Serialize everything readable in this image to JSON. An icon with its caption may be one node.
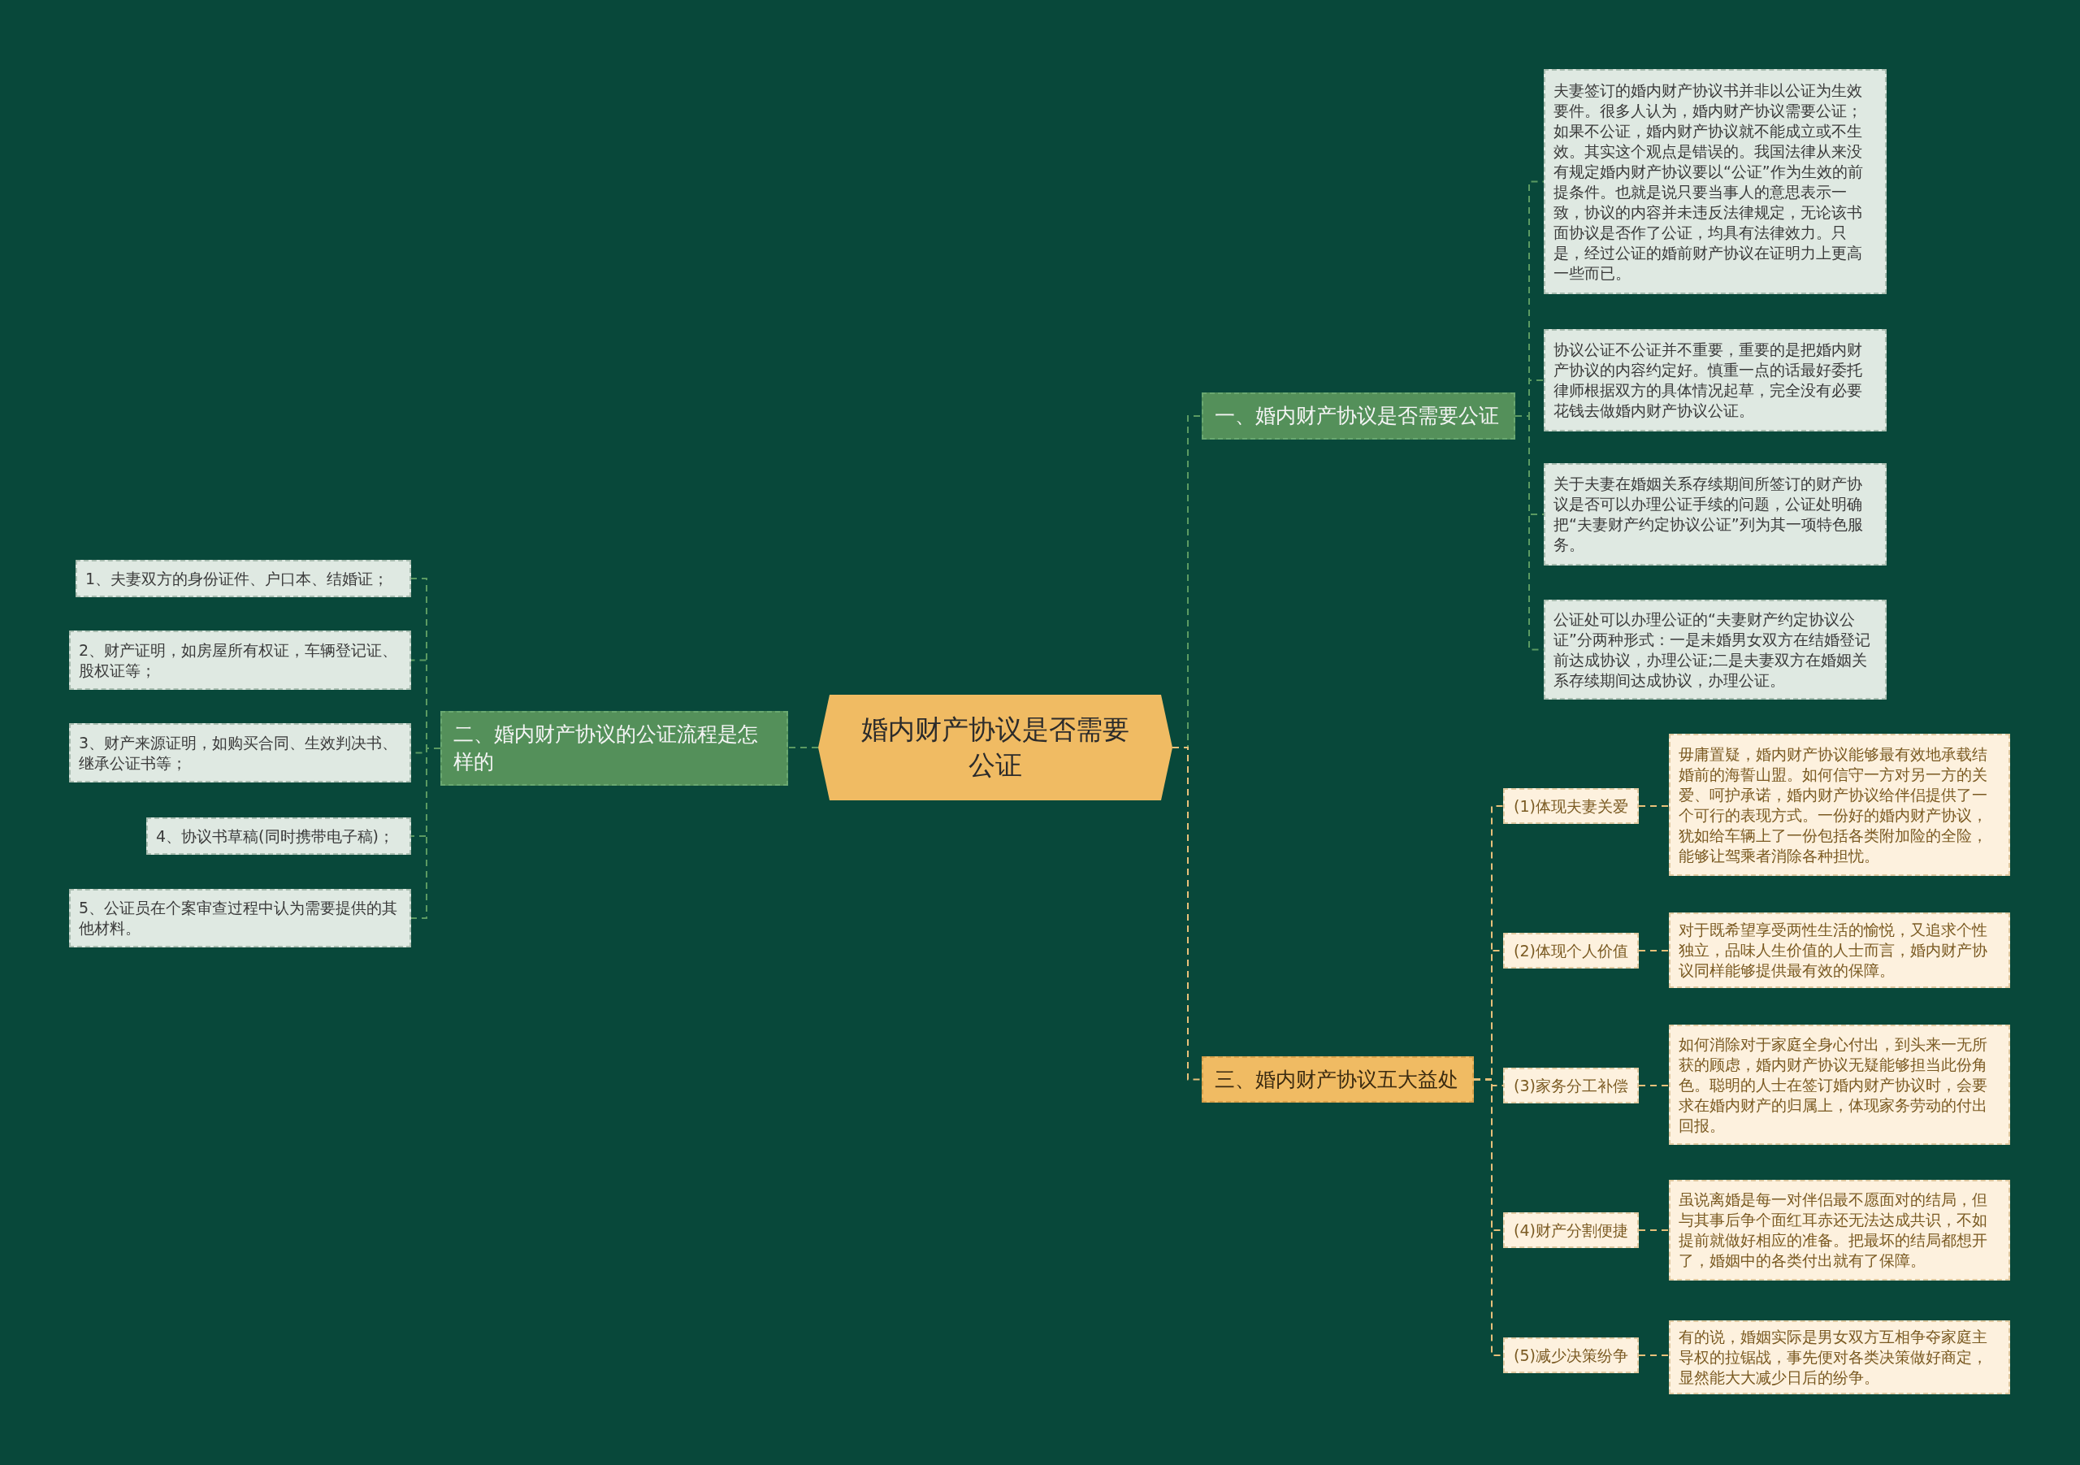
{
  "diagram": {
    "nodes": [
      {
        "text": [
          "婚内财产协议是否需要公证"
        ]
      },
      {
        "text": [
          "一、婚内财产协议是否需要公证"
        ]
      },
      {
        "text": [
          "夫妻签订的婚内财产协议书并非以公证为生效要件。很多人认为，婚内财产协议需要公证；如果不公证，婚内财产协议就不能成立或不生效。其实这个观点是错误的。我国法律从来没有规定婚内财产协议要以“公证”作为生效的前提条件。也就是说只要当事人的意思表示一致，协议的内容并未违反法律规定，无论该书面协议是否作了公证，均具有法律效力。只是，经过公证的婚前财产协议在证明力上更高一些而已。"
        ]
      },
      {
        "text": [
          "协议公证不公证并不重要，重要的是把婚内财产协议的内容约定好。慎重一点的话最好委托律师根据双方的具体情况起草，完全没有必要花钱去做婚内财产协议公证。"
        ]
      },
      {
        "text": [
          "关于夫妻在婚姻关系存续期间所签订的财产协议是否可以办理公证手续的问题，公证处明确把“夫妻财产约定协议公证”列为其一项特色服务。"
        ]
      },
      {
        "text": [
          "公证处可以办理公证的“夫妻财产约定协议公证”分两种形式：一是未婚男女双方在结婚登记前达成协议，办理公证;二是夫妻双方在婚姻关系存续期间达成协议，办理公证。"
        ]
      },
      {
        "text": [
          "二、婚内财产协议的公证流程是怎样的"
        ]
      },
      {
        "text": [
          "1、夫妻双方的身份证件、户口本、结婚证；"
        ]
      },
      {
        "text": [
          "2、财产证明，如房屋所有权证，车辆登记证、股权证等；"
        ]
      },
      {
        "text": [
          "3、财产来源证明，如购买合同、生效判决书、继承公证书等；"
        ]
      },
      {
        "text": [
          "4、协议书草稿(同时携带电子稿)；"
        ]
      },
      {
        "text": [
          "5、公证员在个案审查过程中认为需要提供的其他材料。"
        ]
      },
      {
        "text": [
          "三、婚内财产协议五大益处"
        ]
      },
      {
        "text": [
          "(1)体现夫妻关爱"
        ]
      },
      {
        "text": [
          "毋庸置疑，婚内财产协议能够最有效地承载结婚前的海誓山盟。如何信守一方对另一方的关爱、呵护承诺，婚内财产协议给伴侣提供了一个可行的表现方式。一份好的婚内财产协议，犹如给车辆上了一份包括各类附加险的全险，能够让驾乘者消除各种担忧。"
        ]
      },
      {
        "text": [
          "(2)体现个人价值"
        ]
      },
      {
        "text": [
          "对于既希望享受两性生活的愉悦，又追求个性独立，品味人生价值的人士而言，婚内财产协议同样能够提供最有效的保障。"
        ]
      },
      {
        "text": [
          "(3)家务分工补偿"
        ]
      },
      {
        "text": [
          "如何消除对于家庭全身心付出，到头来一无所获的顾虑，婚内财产协议无疑能够担当此份角色。聪明的人士在签订婚内财产协议时，会要求在婚内财产的归属上，体现家务劳动的付出回报。"
        ]
      },
      {
        "text": [
          "(4)财产分割便捷"
        ]
      },
      {
        "text": [
          "虽说离婚是每一对伴侣最不愿面对的结局，但与其事后争个面红耳赤还无法达成共识，不如提前就做好相应的准备。把最坏的结局都想开了，婚姻中的各类付出就有了保障。"
        ]
      },
      {
        "text": [
          "(5)减少决策纷争"
        ]
      },
      {
        "text": [
          "有的说，婚姻实际是男女双方互相争夺家庭主导权的拉锯战，事先便对各类决策做好商定，显然能大大减少日后的纷争。"
        ]
      }
    ],
    "edges": [
      {
        "from": 0,
        "to": 1,
        "arrow": "none",
        "color": "#5b9a62"
      },
      {
        "from": 1,
        "to": 2,
        "arrow": "none",
        "color": "#5b9a62"
      },
      {
        "from": 1,
        "to": 3,
        "arrow": "none",
        "color": "#5b9a62"
      },
      {
        "from": 1,
        "to": 4,
        "arrow": "none",
        "color": "#5b9a62"
      },
      {
        "from": 1,
        "to": 5,
        "arrow": "none",
        "color": "#5b9a62"
      },
      {
        "from": 0,
        "to": 6,
        "arrow": "none",
        "color": "#5b9a62"
      },
      {
        "from": 6,
        "to": 7,
        "arrow": "none",
        "color": "#5b9a62"
      },
      {
        "from": 6,
        "to": 8,
        "arrow": "none",
        "color": "#5b9a62"
      },
      {
        "from": 6,
        "to": 9,
        "arrow": "none",
        "color": "#5b9a62"
      },
      {
        "from": 6,
        "to": 10,
        "arrow": "none",
        "color": "#5b9a62"
      },
      {
        "from": 6,
        "to": 11,
        "arrow": "none",
        "color": "#5b9a62"
      },
      {
        "from": 0,
        "to": 12,
        "arrow": "none",
        "color": "#e8c07a"
      },
      {
        "from": 12,
        "to": 13,
        "arrow": "none",
        "color": "#e8c07a"
      },
      {
        "from": 13,
        "to": 14,
        "arrow": "none",
        "color": "#e8c07a"
      },
      {
        "from": 12,
        "to": 15,
        "arrow": "none",
        "color": "#e8c07a"
      },
      {
        "from": 15,
        "to": 16,
        "arrow": "none",
        "color": "#e8c07a"
      },
      {
        "from": 12,
        "to": 17,
        "arrow": "none",
        "color": "#e8c07a"
      },
      {
        "from": 17,
        "to": 18,
        "arrow": "none",
        "color": "#e8c07a"
      },
      {
        "from": 12,
        "to": 19,
        "arrow": "none",
        "color": "#e8c07a"
      },
      {
        "from": 19,
        "to": 20,
        "arrow": "none",
        "color": "#e8c07a"
      },
      {
        "from": 12,
        "to": 21,
        "arrow": "none",
        "color": "#e8c07a"
      },
      {
        "from": 21,
        "to": 22,
        "arrow": "none",
        "color": "#e8c07a"
      }
    ]
  }
}
